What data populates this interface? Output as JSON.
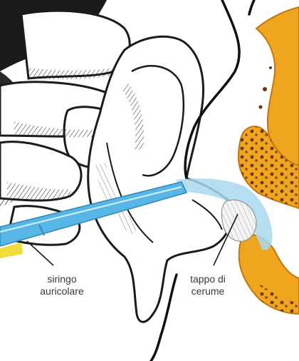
{
  "labels": {
    "syringe_line1": "siringo",
    "syringe_line2": "auricolare",
    "plug_line1": "tappo di",
    "plug_line2": "cerume"
  },
  "colors": {
    "ink": "#1b1b1b",
    "skin": "#ffffff",
    "bone_fill": "#f0a51e",
    "bone_dark": "#c4760d",
    "syringe_blue": "#57b6e6",
    "water_blue": "#a8d9ef",
    "yellow_tip": "#f2dc3c",
    "label_text": "#3a3a3a"
  }
}
